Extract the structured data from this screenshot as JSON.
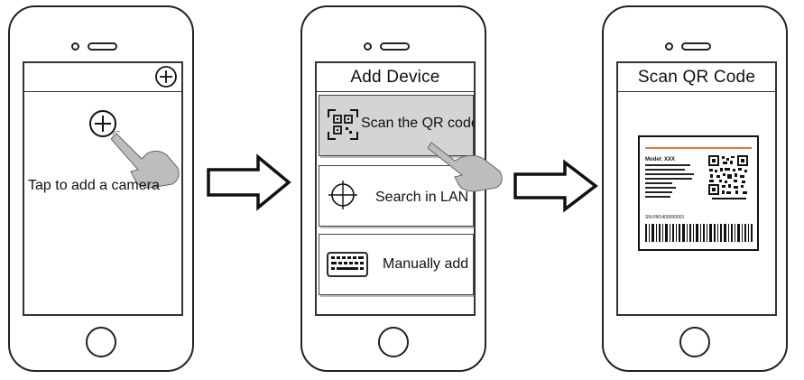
{
  "steps": [
    {
      "screen_header": "",
      "instruction": "Tap  to add a camera"
    },
    {
      "screen_header": "Add Device",
      "options": [
        {
          "label": "Scan the QR code",
          "icon": "qr-scan-icon"
        },
        {
          "label": "Search in LAN",
          "icon": "crosshair-icon"
        },
        {
          "label": "Manually add",
          "icon": "keyboard-icon"
        }
      ]
    },
    {
      "screen_header": "Scan QR Code",
      "label": {
        "model": "Model: XXX",
        "serial": "SN:FM1400000001",
        "accent_color": "#e8743b"
      }
    }
  ]
}
